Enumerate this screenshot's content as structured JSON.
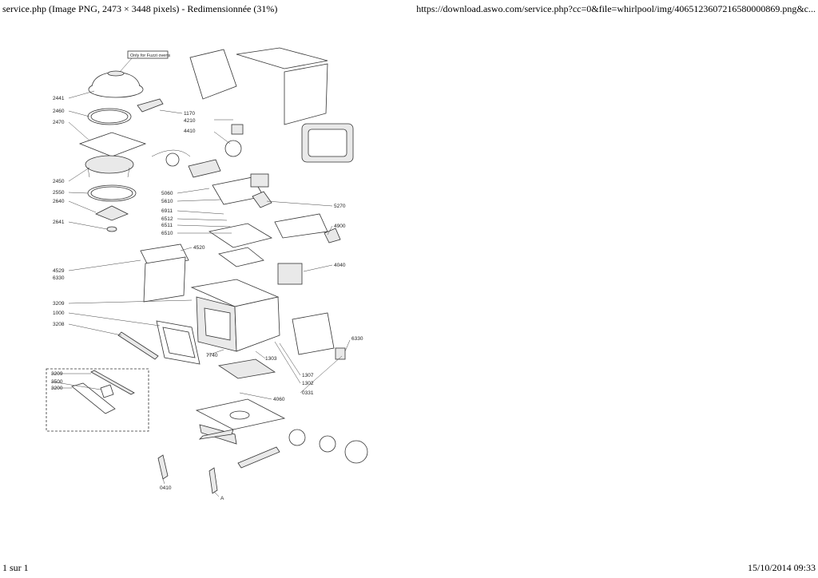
{
  "header": {
    "title": "service.php (Image PNG, 2473 × 3448 pixels) - Redimensionnée (31%)",
    "url": "https://download.aswo.com/service.php?cc=0&file=whirlpool/img/4065123607216580000869.png&c..."
  },
  "footer": {
    "page": "1 sur 1",
    "datetime": "15/10/2014 09:33"
  },
  "diagram": {
    "note": "Only for Fuzzi ovens",
    "labels": [
      "2441",
      "2460",
      "2470",
      "2450",
      "2550",
      "2640",
      "2641",
      "1170",
      "4210",
      "4410",
      "5060",
      "5610",
      "6911",
      "6512",
      "6511",
      "6510",
      "4520",
      "4529",
      "6330",
      "3209",
      "1000",
      "3208",
      "5270",
      "4900",
      "4040",
      "7740",
      "1303",
      "1307",
      "1302",
      "0331",
      "6330",
      "4060",
      "3209",
      "3500",
      "3200",
      "0410",
      "A"
    ]
  }
}
